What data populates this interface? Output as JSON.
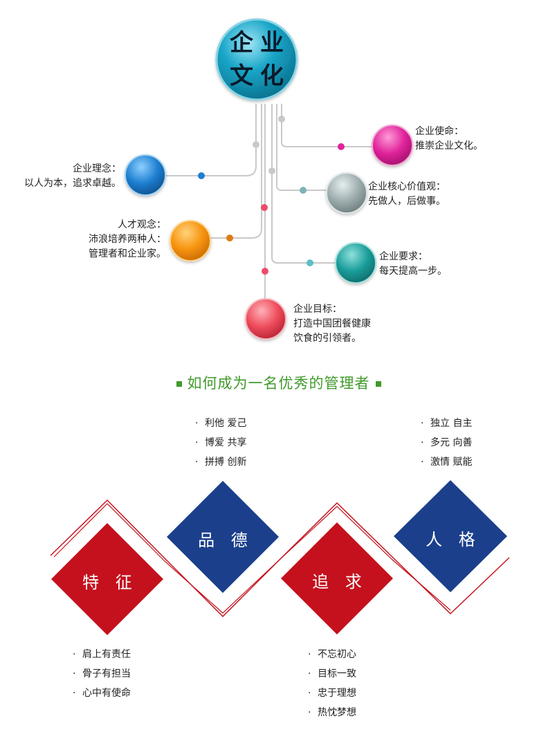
{
  "hub": {
    "line1": "企业",
    "line2": "文化"
  },
  "nodes": {
    "mission": {
      "title": "企业使命：",
      "lines": [
        "推崇企业文化。"
      ],
      "color": "#e0239b"
    },
    "philosophy": {
      "title": "企业理念：",
      "lines": [
        "以人为本，追求卓越。"
      ],
      "color": "#1e7fd0"
    },
    "values": {
      "title": "企业核心价值观：",
      "lines": [
        "先做人，后做事。"
      ],
      "color": "#9eacae"
    },
    "talent": {
      "title": "人才观念：",
      "lines": [
        "沛浪培养两种人：",
        "管理者和企业家。"
      ],
      "color": "#f7940f"
    },
    "requirement": {
      "title": "企业要求：",
      "lines": [
        "每天提高一步。"
      ],
      "color": "#1a9d9a"
    },
    "goal": {
      "title": "企业目标：",
      "lines": [
        "打造中国团餐健康",
        "饮食的引领者。"
      ],
      "color": "#ee4b5b"
    }
  },
  "section": {
    "title": "如何成为一名优秀的管理者"
  },
  "diamonds": {
    "pinde": {
      "label": "品 德",
      "items": [
        "利他  爱己",
        "博爱  共享",
        "拼搏  创新"
      ],
      "color": "#1b3f8b"
    },
    "rengge": {
      "label": "人 格",
      "items": [
        "独立  自主",
        "多元  向善",
        "激情  赋能"
      ],
      "color": "#1b3f8b"
    },
    "tezheng": {
      "label": "特 征",
      "items": [
        "肩上有责任",
        "骨子有担当",
        "心中有使命"
      ],
      "color": "#c4111d"
    },
    "zhuiqiu": {
      "label": "追 求",
      "items": [
        "不忘初心",
        "目标一致",
        "忠于理想",
        "热忱梦想"
      ],
      "color": "#c4111d"
    }
  },
  "colors": {
    "accent_green": "#3f9a2b",
    "hub": "#0f9fbf",
    "line_gray": "#c9c9c9",
    "outline_red": "#c4111d"
  }
}
